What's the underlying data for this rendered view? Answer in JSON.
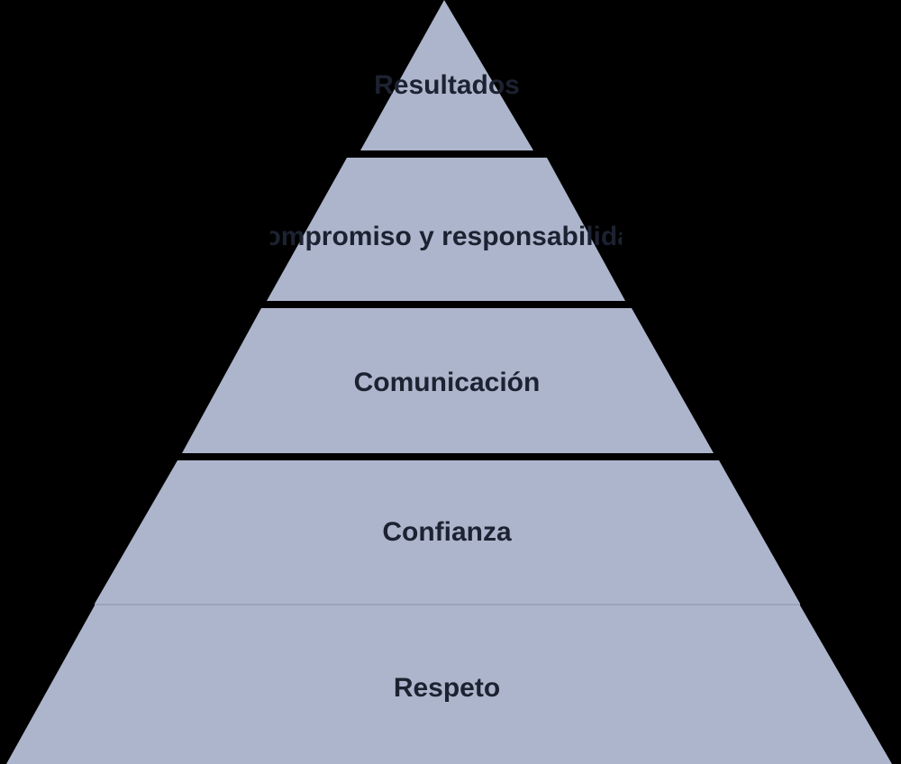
{
  "pyramid": {
    "fill_color": "#acb5cb",
    "background_color": "#000000",
    "text_color": "#1c2231",
    "levels": [
      {
        "label": "Resultados"
      },
      {
        "label": "Compromiso y responsabilidad"
      },
      {
        "label": "Comunicación"
      },
      {
        "label": "Confianza"
      },
      {
        "label": "Respeto"
      }
    ]
  }
}
